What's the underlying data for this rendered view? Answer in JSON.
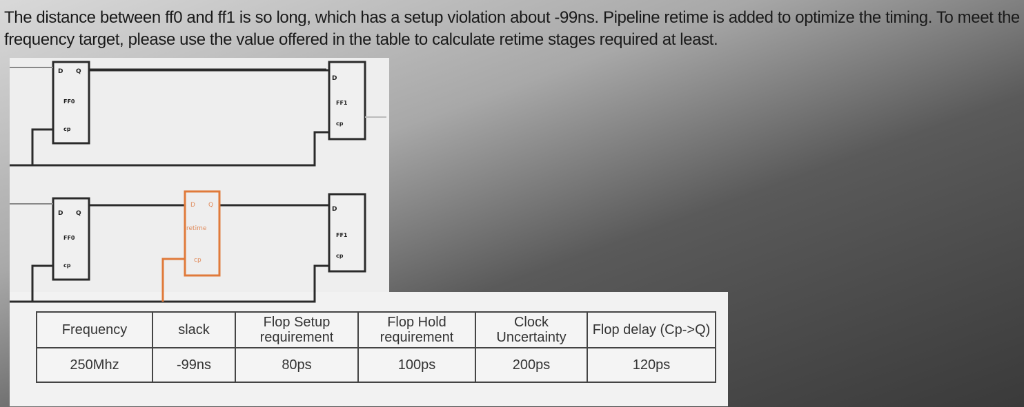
{
  "question": {
    "text": "The distance between ff0 and ff1 is so long, which has a setup violation about -99ns. Pipeline retime is added to optimize the timing. To meet the frequency target, please use the value offered in the table to calculate retime stages required at least."
  },
  "diagram_top": {
    "ff0": {
      "d": "D",
      "q": "Q",
      "name": "FF0",
      "cp": "cp"
    },
    "ff1": {
      "d": "D",
      "name": "FF1",
      "cp": "cp"
    }
  },
  "diagram_bottom": {
    "ff0": {
      "d": "D",
      "q": "Q",
      "name": "FF0",
      "cp": "cp"
    },
    "retime": {
      "d": "D",
      "q": "Q",
      "name": "retime",
      "cp": "cp"
    },
    "ff1": {
      "d": "D",
      "name": "FF1",
      "cp": "cp"
    }
  },
  "table": {
    "headers": [
      "Frequency",
      "slack",
      "Flop Setup requirement",
      "Flop Hold requirement",
      "Clock Uncertainty",
      "Flop delay (Cp->Q)"
    ],
    "values": [
      "250Mhz",
      "-99ns",
      "80ps",
      "100ps",
      "200ps",
      "120ps"
    ]
  },
  "colors": {
    "retime_highlight": "#e07a3a"
  }
}
